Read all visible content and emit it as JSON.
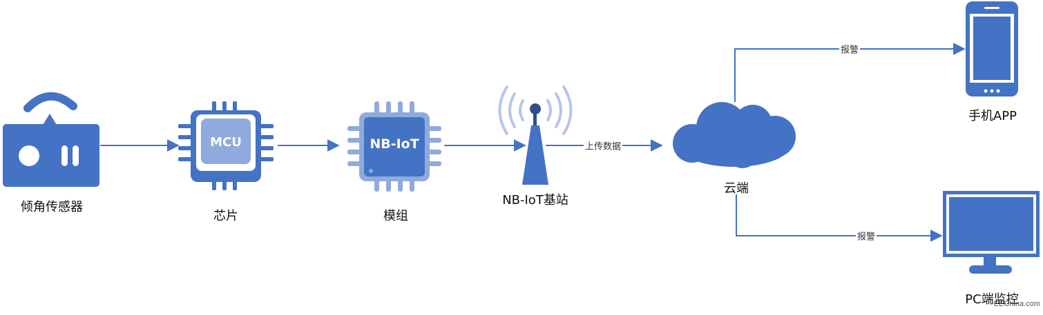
{
  "colors": {
    "primary": "#4472C4",
    "light": "#8FAADC",
    "lighter": "#B4C7E7",
    "dark": "#2F4D8A",
    "line": "#4472C4"
  },
  "nodes": {
    "sensor": {
      "label": "倾角传感器",
      "icon": "tilt-sensor-icon"
    },
    "chip": {
      "label": "芯片",
      "chip_text": "MCU",
      "icon": "mcu-chip-icon"
    },
    "module": {
      "label": "模组",
      "chip_text": "NB-IoT",
      "icon": "nbiot-module-icon"
    },
    "base_station": {
      "label": "NB-IoT基站",
      "icon": "antenna-tower-icon"
    },
    "cloud": {
      "label": "云端",
      "icon": "cloud-icon"
    },
    "phone": {
      "label": "手机APP",
      "icon": "smartphone-icon"
    },
    "pc": {
      "label": "PC端监控",
      "icon": "monitor-icon"
    }
  },
  "edges": {
    "upload": {
      "label": "上传数据"
    },
    "alarm_phone": {
      "label": "报警"
    },
    "alarm_pc": {
      "label": "报警"
    }
  },
  "watermark": "EEChina.com"
}
